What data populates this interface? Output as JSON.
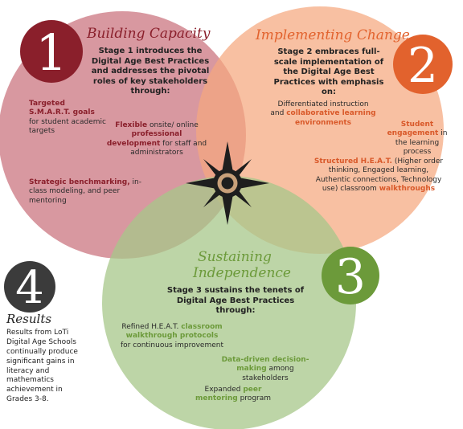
{
  "colors": {
    "stage1_circle": "#cd7b85",
    "stage2_circle": "#f5a77e",
    "stage3_circle": "#a7c78a",
    "stage1_accent": "#8a1f2b",
    "stage2_accent": "#e2622d",
    "stage3_accent": "#6c9a3a",
    "stage4_badge": "#3b3b3b"
  },
  "stage1": {
    "number": "1",
    "title": "Building Capacity",
    "intro": "Stage 1 introduces the Digital Age Best Practices and addresses the pivotal roles of key stakeholders through:",
    "item1": {
      "hl": "Targeted S.M.A.R.T. goals",
      "rest": "for student academic targets"
    },
    "item2": {
      "a": "Flexible",
      "b": "onsite/ online",
      "c": "professional development",
      "d": "for staff and administrators"
    },
    "item3": {
      "hl": "Strategic benchmarking,",
      "rest": "in-class modeling, and peer mentoring"
    }
  },
  "stage2": {
    "number": "2",
    "title": "Implementing Change",
    "intro": "Stage 2 embraces full-scale implementation of the Digital Age Best Practices with emphasis on:",
    "item1": {
      "a": "Differentiated instruction and",
      "hl": "collaborative learning environments"
    },
    "item2": {
      "hl": "Student engagement",
      "rest": "in the learning process"
    },
    "item3": {
      "hl1": "Structured H.E.A.T.",
      "mid": "(Higher order thinking, Engaged learning, Authentic connections, Technology use) classroom",
      "hl2": "walkthroughs"
    }
  },
  "stage3": {
    "number": "3",
    "title_line1": "Sustaining",
    "title_line2": "Independence",
    "intro": "Stage 3 sustains the tenets of Digital Age Best Practices through:",
    "item1": {
      "a": "Refined H.E.A.T.",
      "hl": "classroom walkthrough protocols",
      "rest": "for continuous improvement"
    },
    "item2": {
      "hl": "Data-driven decision-making",
      "rest": "among stakeholders"
    },
    "item3": {
      "a": "Expanded",
      "hl": "peer mentoring",
      "rest": "program"
    }
  },
  "stage4": {
    "number": "4",
    "title": "Results",
    "body": "Results from LoTi Digital Age Schools continually produce significant gains in literacy and mathematics achievement in Grades 3-8."
  }
}
